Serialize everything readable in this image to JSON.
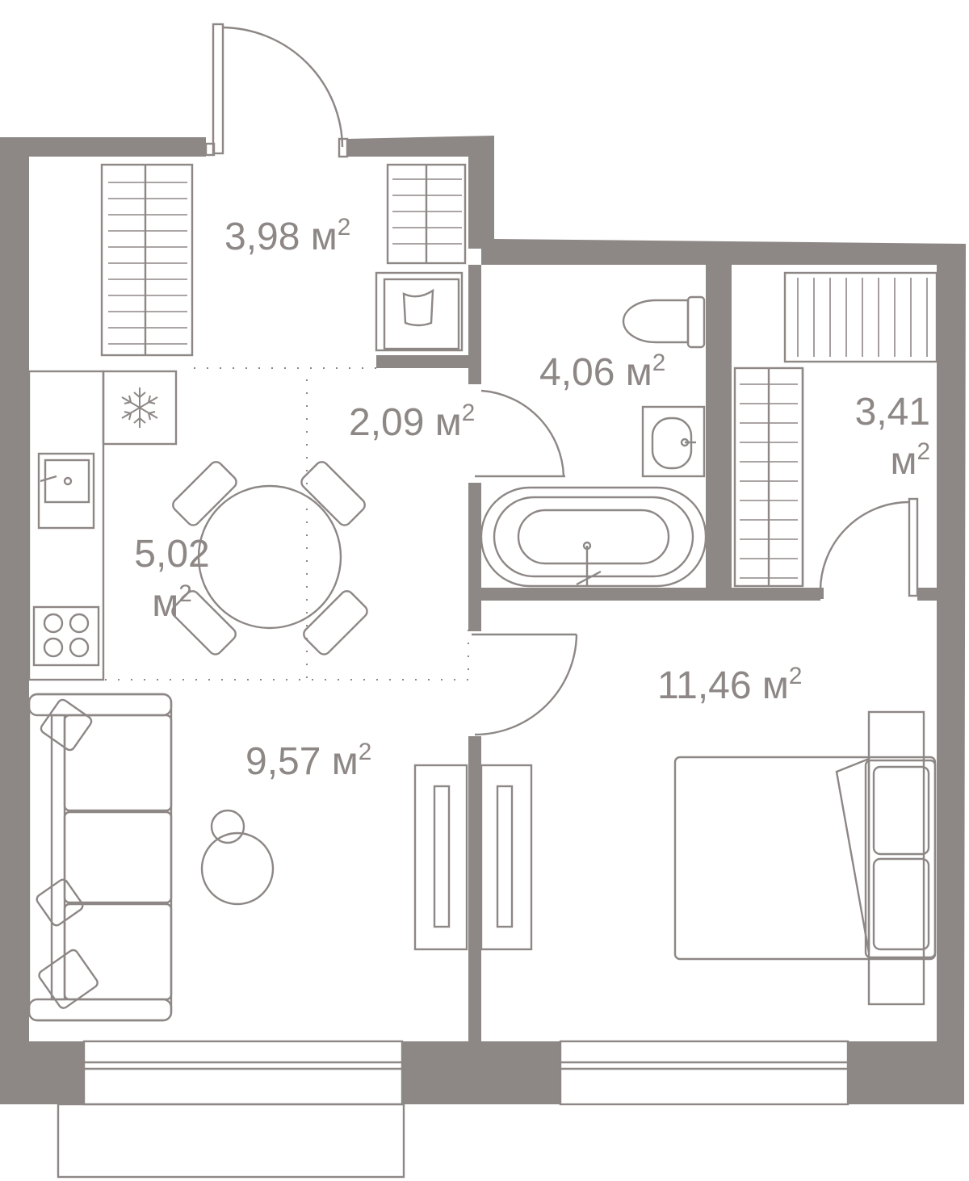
{
  "colors": {
    "wall": "#8d8785",
    "line": "#8d8785",
    "background": "#ffffff"
  },
  "unit": "м",
  "unit_power": "2",
  "rooms": {
    "hall": {
      "area": "3,98"
    },
    "bathroom": {
      "area": "4,06"
    },
    "corridor": {
      "area": "2,09"
    },
    "wardrobe": {
      "area": "3,41"
    },
    "kitchen": {
      "area": "5,02"
    },
    "living": {
      "area": "9,57"
    },
    "bedroom": {
      "area": "11,46"
    }
  },
  "icons": {
    "fridge": "snowflake-icon",
    "sink": "kitchen-sink-icon",
    "hob": "cooktop-icon"
  }
}
